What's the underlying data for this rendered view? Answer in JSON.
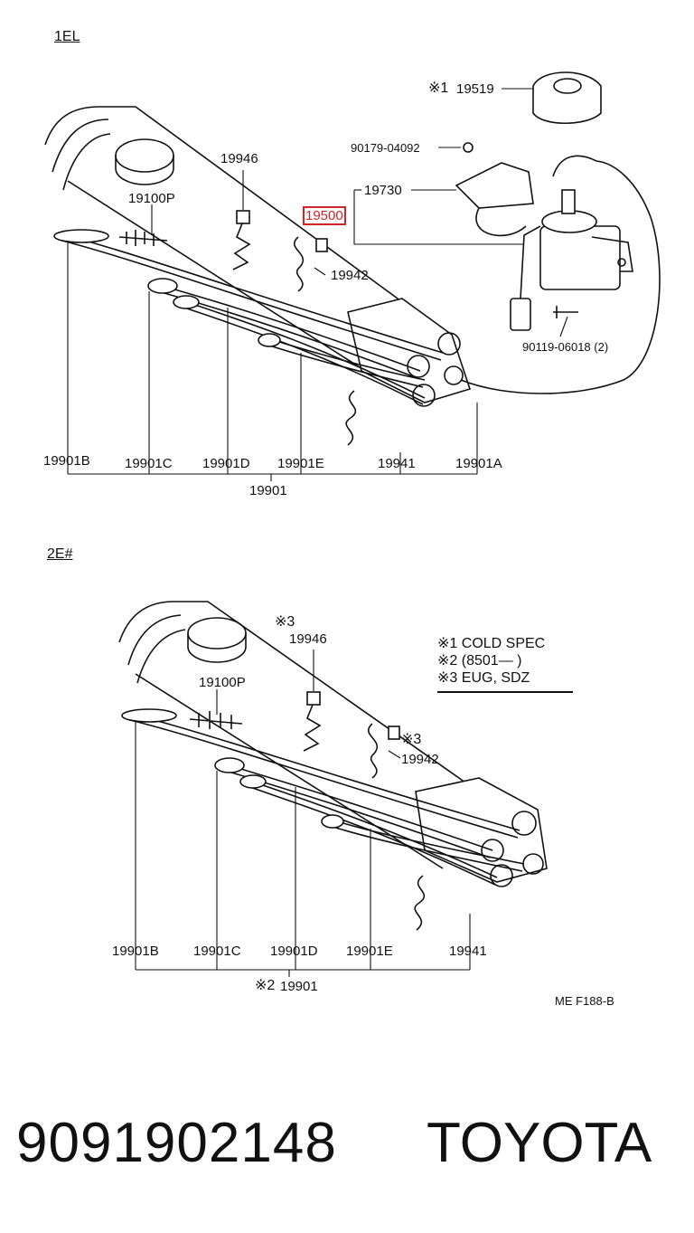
{
  "diagram1": {
    "section_label": "1EL",
    "labels": {
      "cap_ref": "※1",
      "cap": "19519",
      "screw": "90179-04092",
      "bracket": "19730",
      "ignition_coil": "19500",
      "bolt": "90119-06018 (2)",
      "clamp": "19946",
      "spark_plug": "19100P",
      "holder": "19942",
      "clip": "19941",
      "cord_b": "19901B",
      "cord_c": "19901C",
      "cord_d": "19901D",
      "cord_e": "19901E",
      "cord_a": "19901A",
      "cord_set": "19901"
    }
  },
  "diagram2": {
    "section_label": "2E#",
    "labels": {
      "clamp_ref": "※3",
      "clamp": "19946",
      "spark_plug": "19100P",
      "holder_ref": "※3",
      "holder": "19942",
      "clip": "19941",
      "cord_b": "19901B",
      "cord_c": "19901C",
      "cord_d": "19901D",
      "cord_e": "19901E",
      "cord_set_ref": "※2",
      "cord_set": "19901"
    },
    "legend": [
      {
        "mark": "※1",
        "text": "COLD SPEC"
      },
      {
        "mark": "※2",
        "text": "(8501—        )"
      },
      {
        "mark": "※3",
        "text": "EUG, SDZ"
      }
    ],
    "code": "ME  F188-B"
  },
  "footer": {
    "part_number": "9091902148",
    "brand": "TOYOTA"
  },
  "colors": {
    "line": "#111111",
    "highlight": "#d0262a"
  }
}
